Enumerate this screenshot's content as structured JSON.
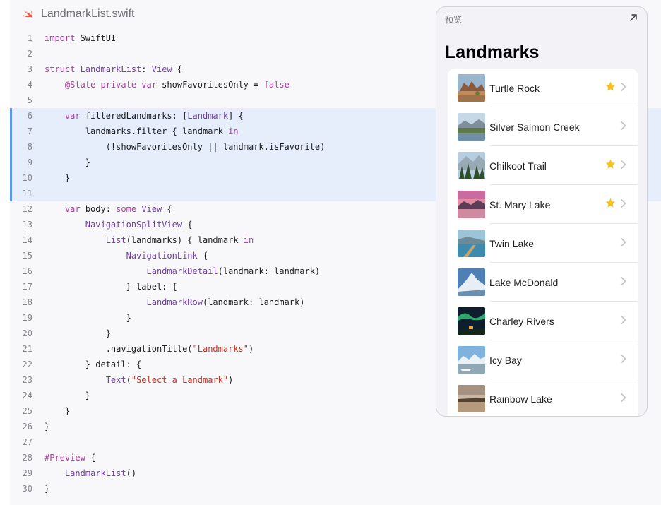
{
  "file": {
    "name": "LandmarkList.swift"
  },
  "code_lines": [
    {
      "n": "1",
      "parts": [
        [
          "kw",
          "import"
        ],
        [
          "t",
          " SwiftUI"
        ]
      ]
    },
    {
      "n": "2",
      "parts": []
    },
    {
      "n": "3",
      "parts": [
        [
          "kw",
          "struct"
        ],
        [
          "t",
          " "
        ],
        [
          "ty",
          "LandmarkList"
        ],
        [
          "t",
          ": "
        ],
        [
          "ty",
          "View"
        ],
        [
          "t",
          " {"
        ]
      ]
    },
    {
      "n": "4",
      "parts": [
        [
          "t",
          "    "
        ],
        [
          "kw",
          "@State private var"
        ],
        [
          "t",
          " showFavoritesOnly = "
        ],
        [
          "kw",
          "false"
        ]
      ]
    },
    {
      "n": "5",
      "parts": []
    },
    {
      "n": "6",
      "parts": [
        [
          "t",
          "    "
        ],
        [
          "kw",
          "var"
        ],
        [
          "t",
          " filteredLandmarks: ["
        ],
        [
          "ty",
          "Landmark"
        ],
        [
          "t",
          "] {"
        ]
      ]
    },
    {
      "n": "7",
      "parts": [
        [
          "t",
          "        landmarks.filter { landmark "
        ],
        [
          "kw",
          "in"
        ]
      ]
    },
    {
      "n": "8",
      "parts": [
        [
          "t",
          "            (!showFavoritesOnly || landmark.isFavorite)"
        ]
      ]
    },
    {
      "n": "9",
      "parts": [
        [
          "t",
          "        }"
        ]
      ]
    },
    {
      "n": "10",
      "parts": [
        [
          "t",
          "    }"
        ]
      ]
    },
    {
      "n": "11",
      "parts": []
    },
    {
      "n": "12",
      "parts": [
        [
          "t",
          "    "
        ],
        [
          "kw",
          "var"
        ],
        [
          "t",
          " body: "
        ],
        [
          "kw",
          "some"
        ],
        [
          "t",
          " "
        ],
        [
          "ty",
          "View"
        ],
        [
          "t",
          " {"
        ]
      ]
    },
    {
      "n": "13",
      "parts": [
        [
          "t",
          "        "
        ],
        [
          "ty",
          "NavigationSplitView"
        ],
        [
          "t",
          " {"
        ]
      ]
    },
    {
      "n": "14",
      "parts": [
        [
          "t",
          "            "
        ],
        [
          "ty",
          "List"
        ],
        [
          "t",
          "(landmarks) { landmark "
        ],
        [
          "kw",
          "in"
        ]
      ]
    },
    {
      "n": "15",
      "parts": [
        [
          "t",
          "                "
        ],
        [
          "ty",
          "NavigationLink"
        ],
        [
          "t",
          " {"
        ]
      ]
    },
    {
      "n": "16",
      "parts": [
        [
          "t",
          "                    "
        ],
        [
          "ty",
          "LandmarkDetail"
        ],
        [
          "t",
          "(landmark: landmark)"
        ]
      ]
    },
    {
      "n": "17",
      "parts": [
        [
          "t",
          "                } label: {"
        ]
      ]
    },
    {
      "n": "18",
      "parts": [
        [
          "t",
          "                    "
        ],
        [
          "ty",
          "LandmarkRow"
        ],
        [
          "t",
          "(landmark: landmark)"
        ]
      ]
    },
    {
      "n": "19",
      "parts": [
        [
          "t",
          "                }"
        ]
      ]
    },
    {
      "n": "20",
      "parts": [
        [
          "t",
          "            }"
        ]
      ]
    },
    {
      "n": "21",
      "parts": [
        [
          "t",
          "            .navigationTitle("
        ],
        [
          "str",
          "\"Landmarks\""
        ],
        [
          "t",
          ")"
        ]
      ]
    },
    {
      "n": "22",
      "parts": [
        [
          "t",
          "        } detail: {"
        ]
      ]
    },
    {
      "n": "23",
      "parts": [
        [
          "t",
          "            "
        ],
        [
          "ty",
          "Text"
        ],
        [
          "t",
          "("
        ],
        [
          "str",
          "\"Select a Landmark\""
        ],
        [
          "t",
          ")"
        ]
      ]
    },
    {
      "n": "24",
      "parts": [
        [
          "t",
          "        }"
        ]
      ]
    },
    {
      "n": "25",
      "parts": [
        [
          "t",
          "    }"
        ]
      ]
    },
    {
      "n": "26",
      "parts": [
        [
          "t",
          "}"
        ]
      ]
    },
    {
      "n": "27",
      "parts": []
    },
    {
      "n": "28",
      "parts": [
        [
          "kw",
          "#Preview"
        ],
        [
          "t",
          " {"
        ]
      ]
    },
    {
      "n": "29",
      "parts": [
        [
          "t",
          "    "
        ],
        [
          "ty",
          "LandmarkList"
        ],
        [
          "t",
          "()"
        ]
      ]
    },
    {
      "n": "30",
      "parts": [
        [
          "t",
          "}"
        ]
      ]
    }
  ],
  "highlighted_lines": [
    "6",
    "7",
    "8",
    "9",
    "10",
    "11"
  ],
  "preview": {
    "label": "预览",
    "expand_icon": "arrow-up-right-icon",
    "nav_title": "Landmarks",
    "rows": [
      {
        "name": "Turtle Rock",
        "favorite": true,
        "thumb": "desert"
      },
      {
        "name": "Silver Salmon Creek",
        "favorite": false,
        "thumb": "creek"
      },
      {
        "name": "Chilkoot Trail",
        "favorite": true,
        "thumb": "forest"
      },
      {
        "name": "St. Mary Lake",
        "favorite": true,
        "thumb": "sunset"
      },
      {
        "name": "Twin Lake",
        "favorite": false,
        "thumb": "lake"
      },
      {
        "name": "Lake McDonald",
        "favorite": false,
        "thumb": "snowpeak"
      },
      {
        "name": "Charley Rivers",
        "favorite": false,
        "thumb": "aurora"
      },
      {
        "name": "Icy Bay",
        "favorite": false,
        "thumb": "icy"
      },
      {
        "name": "Rainbow Lake",
        "favorite": false,
        "thumb": "rainbow"
      }
    ]
  },
  "colors": {
    "keyword": "#ad3da4",
    "type": "#703daa",
    "string": "#d12f1b",
    "highlight": "#e6eefc",
    "highlight_bar": "#5b95f5",
    "star": "#f7c21a",
    "swift_logo": "#f05138"
  }
}
